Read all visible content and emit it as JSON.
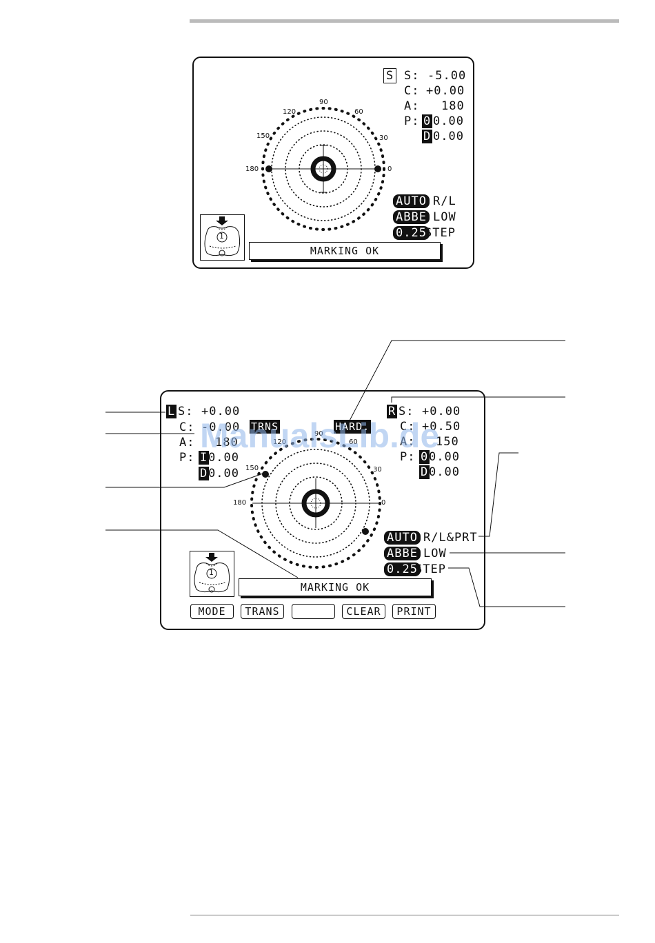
{
  "screen1": {
    "mode_tag": "S",
    "s_label": "S:",
    "s_value": "-5.00",
    "c_label": "C:",
    "c_value": "+0.00",
    "a_label": "A:",
    "a_value": "180",
    "p_label": "P:",
    "p_i_tag": "0",
    "p_i_value": "0.00",
    "p_d_tag": "D",
    "p_d_value": "0.00",
    "auto_tag": "AUTO",
    "auto_value": "R/L",
    "abbe_tag": "ABBE",
    "abbe_value": "LOW",
    "step_tag": "0.25",
    "step_value": "STEP",
    "message": "MARKING  OK",
    "lens_number": "1",
    "axis_labels": {
      "a90": "90",
      "a120": "120",
      "a60": "60",
      "a150": "150",
      "a30": "30",
      "a180": "180",
      "a0": "0"
    }
  },
  "screen2": {
    "left": {
      "tag": "L",
      "s_label": "S:",
      "s_value": "+0.00",
      "c_label": "C:",
      "c_value": "-0.00",
      "a_label": "A:",
      "a_value": "180",
      "p_label": "P:",
      "p_i_tag": "I",
      "p_i_value": "0.00",
      "p_d_tag": "D",
      "p_d_value": "0.00"
    },
    "right": {
      "tag": "R",
      "s_label": "S:",
      "s_value": "+0.00",
      "c_label": "C:",
      "c_value": "+0.50",
      "a_label": "A:",
      "a_value": "150",
      "p_label": "P:",
      "p_i_tag": "0",
      "p_i_value": "0.00",
      "p_d_tag": "D",
      "p_d_value": "0.00"
    },
    "trns_badge": "TRNS",
    "hard_badge": "HARD.",
    "auto_tag": "AUTO",
    "auto_value": "R/L&PRT",
    "abbe_tag": "ABBE",
    "abbe_value": "LOW",
    "step_tag": "0.25",
    "step_value": "STEP",
    "message": "MARKING  OK",
    "lens_number": "1",
    "axis_labels": {
      "a90": "90",
      "a120": "120",
      "a60": "60",
      "a150": "150",
      "a30": "30",
      "a180": "180",
      "a0": "0"
    },
    "buttons": {
      "mode": "MODE",
      "trans": "TRANS",
      "blank": "",
      "clear": "CLEAR",
      "print": "PRINT"
    }
  },
  "watermark": "ManualsLib.de",
  "colors": {
    "ink": "#111111",
    "watermark": "#8fb5ea",
    "rule": "#bbbbbb"
  }
}
